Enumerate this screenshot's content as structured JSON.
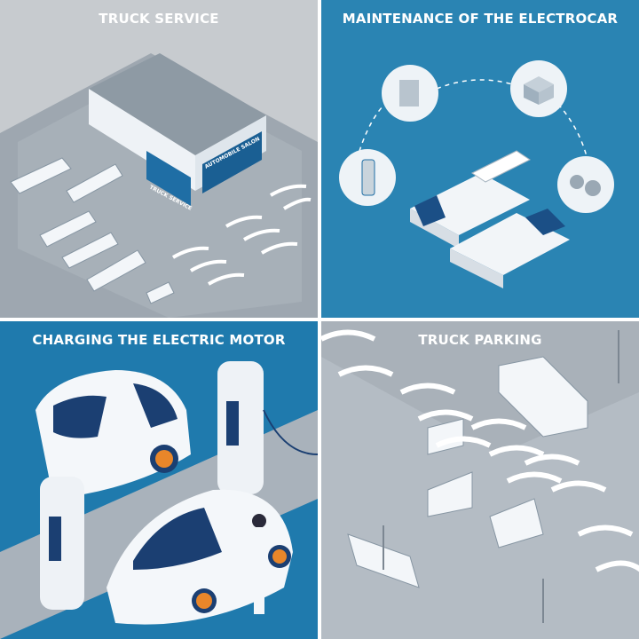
{
  "panels": [
    {
      "title": "TRUCK SERVICE",
      "signs": {
        "service": "TRUCK SERVICE",
        "salon": "AUTOMOBILE SALON"
      }
    },
    {
      "title": "MAINTENANCE OF THE ELECTROCAR"
    },
    {
      "title": "CHARGING THE ELECTRIC MOTOR"
    },
    {
      "title": "TRUCK PARKING"
    }
  ],
  "colors": {
    "blue_panel": "#2a84b3",
    "grey_panel": "#c7cbcf",
    "accent_orange": "#e8862a"
  }
}
